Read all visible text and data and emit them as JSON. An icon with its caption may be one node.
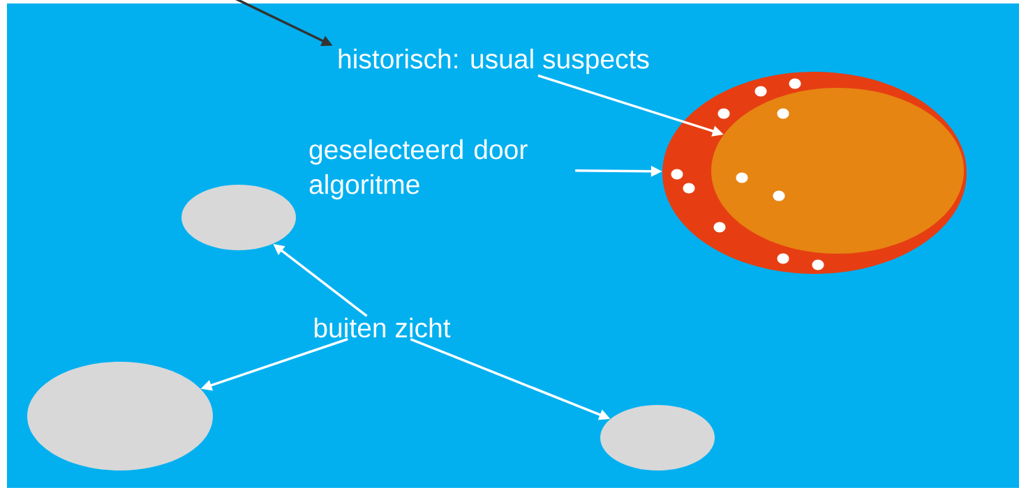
{
  "diagram": {
    "nodes": [
      {
        "text": [],
        "shape": "box"
      },
      {
        "text": [
          "historisch: usual suspects"
        ],
        "in": 0
      },
      {
        "text": [
          "geselecteerd door algoritme"
        ],
        "in": 0
      },
      {
        "text": [
          "buiten zicht"
        ],
        "in": 0
      },
      {
        "text": [],
        "shape": "ellipse",
        "in": 0
      },
      {
        "text": [],
        "shape": "ellipse",
        "in": 4
      },
      {
        "text": [],
        "shape": "ellipse",
        "in": 0
      },
      {
        "text": [],
        "shape": "ellipse",
        "in": 0
      },
      {
        "text": [],
        "shape": "ellipse",
        "in": 0
      }
    ],
    "edges": [
      {
        "from": null,
        "to": 1,
        "arrow": "to",
        "color": "#333333"
      },
      {
        "from": 1,
        "to": 5,
        "arrow": "to"
      },
      {
        "from": 2,
        "to": 4,
        "arrow": "to"
      },
      {
        "from": 3,
        "to": 6,
        "arrow": "to"
      },
      {
        "from": 3,
        "to": 7,
        "arrow": "to"
      },
      {
        "from": 3,
        "to": 8,
        "arrow": "to"
      }
    ]
  }
}
